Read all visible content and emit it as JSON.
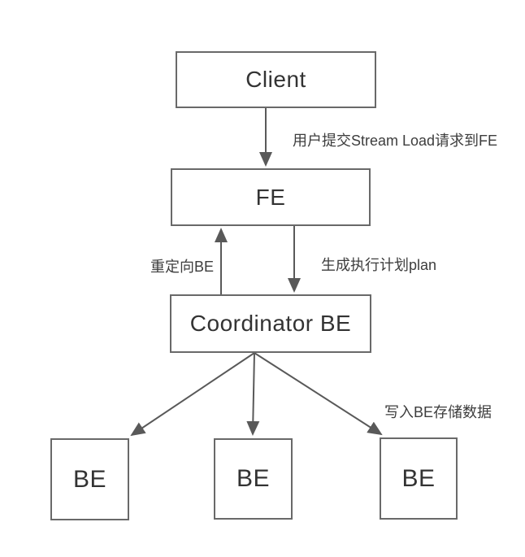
{
  "diagram": {
    "type": "flowchart",
    "nodes": {
      "client": {
        "label": "Client"
      },
      "fe": {
        "label": "FE"
      },
      "coordinator": {
        "label": "Coordinator BE"
      },
      "be1": {
        "label": "BE"
      },
      "be2": {
        "label": "BE"
      },
      "be3": {
        "label": "BE"
      }
    },
    "edges": [
      {
        "from": "Client",
        "to": "FE",
        "label": "用户提交Stream Load请求到FE"
      },
      {
        "from": "FE",
        "to": "Coordinator BE",
        "label": "生成执行计划plan"
      },
      {
        "from": "Coordinator BE",
        "to": "FE",
        "label": "重定向BE"
      },
      {
        "from": "Coordinator BE",
        "to": "BE (left)",
        "label": ""
      },
      {
        "from": "Coordinator BE",
        "to": "BE (middle)",
        "label": ""
      },
      {
        "from": "Coordinator BE",
        "to": "BE (right)",
        "label": "写入BE存储数据"
      }
    ],
    "colors": {
      "background": "#ffffff",
      "node_border": "#696969",
      "node_fill": "#ffffff",
      "node_text": "#333333",
      "arrow": "#595959",
      "label_text": "#3d3d3d"
    }
  }
}
